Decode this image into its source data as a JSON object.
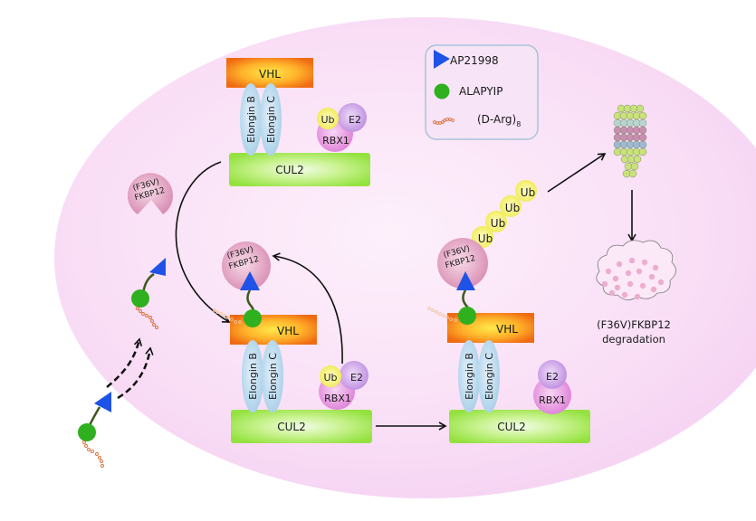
{
  "colors": {
    "cell": "#f7d8f5",
    "vhl_outer": "#f07a14",
    "vhl_inner": "#ffe14a",
    "elongin": "#b9d9ee",
    "cul2": "#9be84a",
    "rbx1": "#e78ee0",
    "e2": "#c89be6",
    "ub": "#f4f25a",
    "fkbp": "#e2a0c0",
    "ap21998": "#1f52e6",
    "alapyip": "#2fb01f",
    "darg": "#d86f3a",
    "legend_border": "#a9c3d9"
  },
  "legend": {
    "items": [
      {
        "icon": "blue-triangle",
        "label": "AP21998"
      },
      {
        "icon": "green-circle",
        "label": "ALAPYIP"
      },
      {
        "icon": "orange-bead-chain",
        "label": "(D-Arg)",
        "subscript": "8"
      }
    ]
  },
  "complex_top": {
    "vhl": "VHL",
    "elongin_b": "Elongin B",
    "elongin_c": "Elongin C",
    "ub": "Ub",
    "e2": "E2",
    "rbx1": "RBX1",
    "cul2": "CUL2"
  },
  "free_target": {
    "line1": "(F36V)",
    "line2": "FKBP12"
  },
  "complex_middle": {
    "target_line1": "(F36V)",
    "target_line2": "FKBP12",
    "vhl": "VHL",
    "elongin_b": "Elongin B",
    "elongin_c": "Elongin C",
    "ub": "Ub",
    "e2": "E2",
    "rbx1": "RBX1",
    "cul2": "CUL2"
  },
  "complex_right": {
    "target_line1": "(F36V)",
    "target_line2": "FKBP12",
    "ub_chain": [
      "Ub",
      "Ub",
      "Ub",
      "Ub"
    ],
    "vhl": "VHL",
    "elongin_b": "Elongin B",
    "elongin_c": "Elongin C",
    "e2": "E2",
    "rbx1": "RBX1",
    "cul2": "CUL2"
  },
  "degradation": {
    "line1": "(F36V)FKBP12",
    "line2": "degradation"
  }
}
